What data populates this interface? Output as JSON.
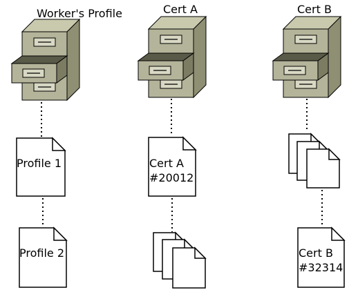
{
  "columns": [
    {
      "id": "workers-profile",
      "cabinet_label": "Worker's Profile",
      "documents": [
        {
          "lines": [
            "Profile 1"
          ],
          "type": "single"
        },
        {
          "lines": [
            "Profile 2"
          ],
          "type": "single"
        }
      ]
    },
    {
      "id": "cert-a",
      "cabinet_label": "Cert A",
      "documents": [
        {
          "lines": [
            "Cert A",
            "#20012"
          ],
          "type": "single"
        },
        {
          "lines": [],
          "type": "stack"
        }
      ]
    },
    {
      "id": "cert-b",
      "cabinet_label": "Cert B",
      "documents": [
        {
          "lines": [],
          "type": "stack"
        },
        {
          "lines": [
            "Cert B",
            "#32314"
          ],
          "type": "single"
        }
      ]
    }
  ]
}
